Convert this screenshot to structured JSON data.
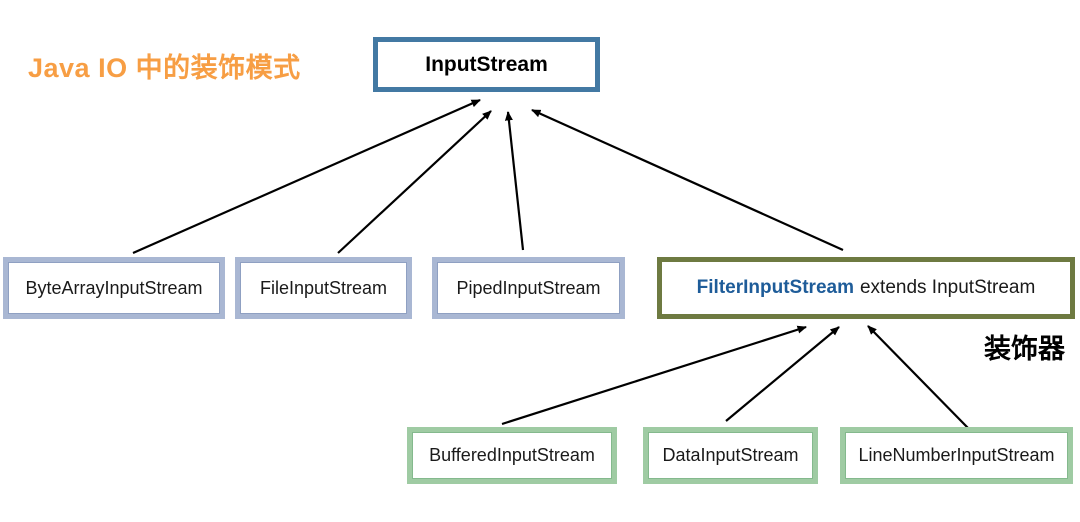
{
  "title": {
    "text": "Java IO 中的装饰模式",
    "color": "#F79E44"
  },
  "diagram": {
    "root": {
      "label": "InputStream"
    },
    "subclasses": [
      {
        "label": "ByteArrayInputStream"
      },
      {
        "label": "FileInputStream"
      },
      {
        "label": "PipedInputStream"
      }
    ],
    "filter": {
      "name": "FilterInputStream",
      "suffix": "extends InputStream"
    },
    "decorator_caption": "装饰器",
    "decorators": [
      {
        "label": "BufferedInputStream"
      },
      {
        "label": "DataInputStream"
      },
      {
        "label": "LineNumberInputStream"
      }
    ],
    "colors": {
      "title_orange": "#F79E44",
      "root_border_blue": "#4379A3",
      "subclass_border_lightblue": "#A9B7D3",
      "filter_border_olive": "#6E7A41",
      "filter_name_blue": "#1E5C99",
      "decorator_border_green": "#9FCBA3",
      "arrow_black": "#000000"
    }
  }
}
